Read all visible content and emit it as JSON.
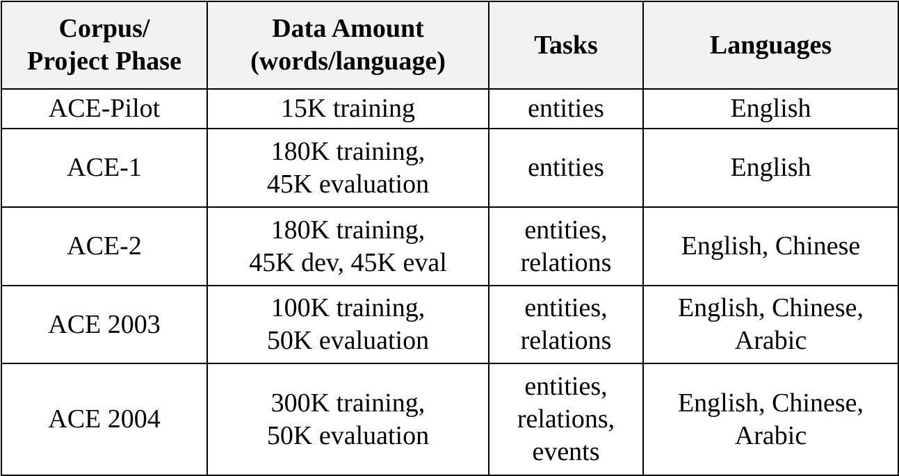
{
  "table": {
    "headers": [
      [
        "Corpus/",
        "Project Phase"
      ],
      [
        "Data Amount",
        "(words/language)"
      ],
      [
        "Tasks"
      ],
      [
        "Languages"
      ]
    ],
    "rows": [
      {
        "corpus": [
          "ACE-Pilot"
        ],
        "data_amount": [
          "15K training"
        ],
        "tasks": [
          "entities"
        ],
        "languages": [
          "English"
        ]
      },
      {
        "corpus": [
          "ACE-1"
        ],
        "data_amount": [
          "180K training,",
          "45K evaluation"
        ],
        "tasks": [
          "entities"
        ],
        "languages": [
          "English"
        ]
      },
      {
        "corpus": [
          "ACE-2"
        ],
        "data_amount": [
          "180K training,",
          "45K dev, 45K eval"
        ],
        "tasks": [
          "entities,",
          "relations"
        ],
        "languages": [
          "English, Chinese"
        ]
      },
      {
        "corpus": [
          "ACE 2003"
        ],
        "data_amount": [
          "100K training,",
          "50K evaluation"
        ],
        "tasks": [
          "entities,",
          "relations"
        ],
        "languages": [
          "English, Chinese,",
          "Arabic"
        ]
      },
      {
        "corpus": [
          "ACE 2004"
        ],
        "data_amount": [
          "300K training,",
          "50K evaluation"
        ],
        "tasks": [
          "entities,",
          "relations,",
          "events"
        ],
        "languages": [
          "English, Chinese,",
          "Arabic"
        ]
      }
    ]
  },
  "colors": {
    "header_background": "#f2f2f2",
    "border": "#000000",
    "text": "#000000"
  }
}
